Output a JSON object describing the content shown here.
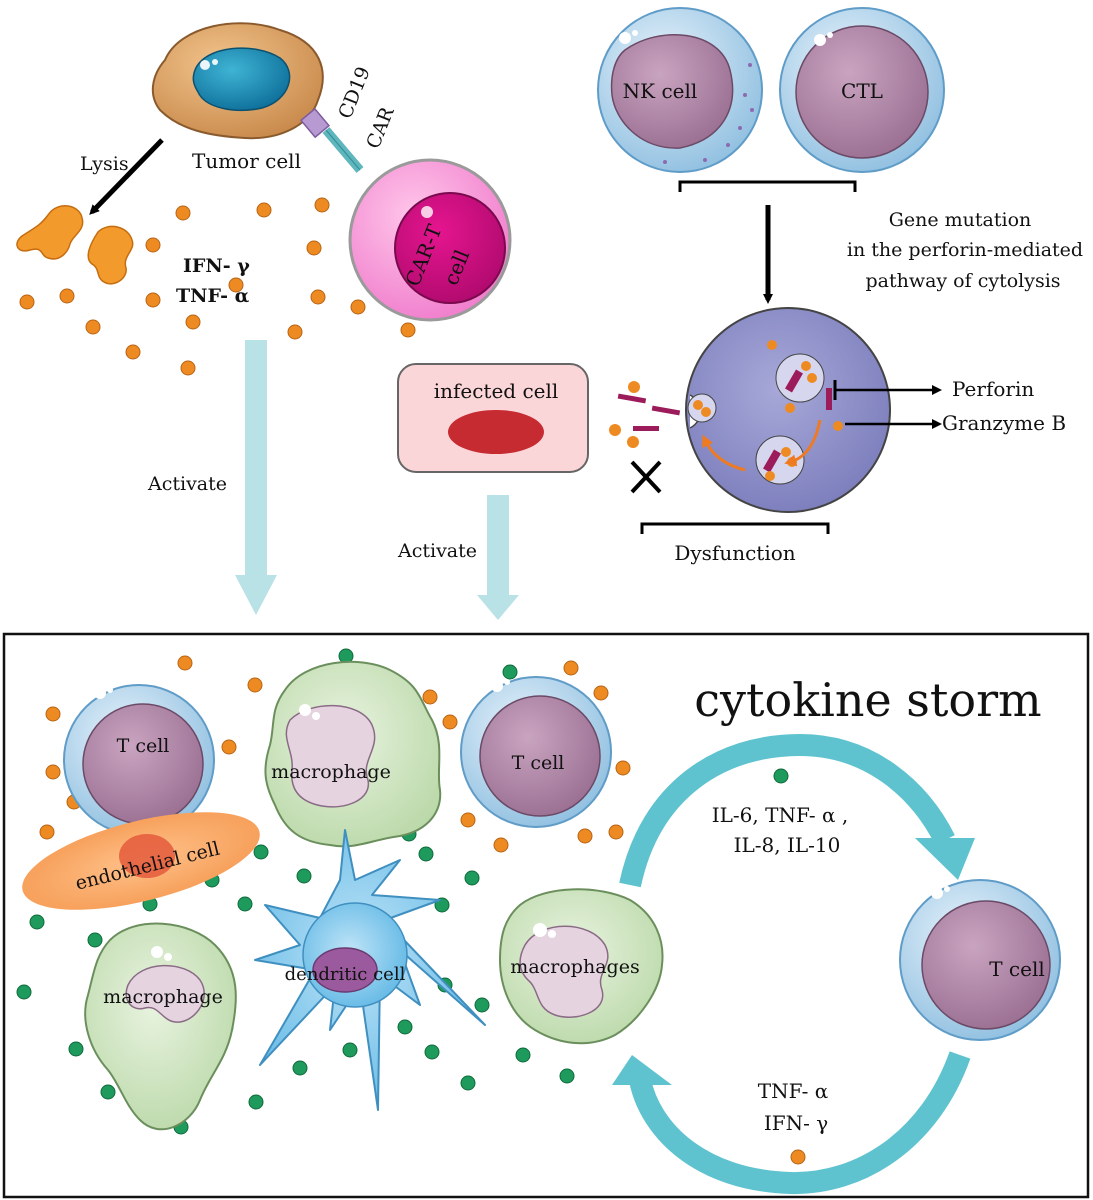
{
  "top_left": {
    "tumor_cell": "Tumor cell",
    "cd19": "CD19",
    "car": "CAR",
    "car_t_cell_line1": "CAR-T",
    "car_t_cell_line2": "cell",
    "lysis": "Lysis",
    "ifn_gamma": "IFN- γ",
    "tnf_alpha": "TNF- α",
    "activate": "Activate"
  },
  "top_right": {
    "nk_cell": "NK cell",
    "ctl": "CTL",
    "gene_mutation_line1": "Gene mutation",
    "gene_mutation_line2": "in the perforin-mediated",
    "gene_mutation_line3": "pathway of cytolysis",
    "infected_cell": "infected cell",
    "perforin": "Perforin",
    "granzyme_b": "Granzyme B",
    "dysfunction": "Dysfunction",
    "activate": "Activate"
  },
  "storm": {
    "title": "cytokine storm",
    "t_cell_1": "T cell",
    "t_cell_2": "T cell",
    "t_cell_3": "T cell",
    "macrophage_1": "macrophage",
    "macrophage_2": "macrophage",
    "macrophages": "macrophages",
    "endothelial_cell": "endothelial cell",
    "dendritic_cell": "dendritic cell",
    "cytokines_top_line1": "IL-6, TNF- α ,",
    "cytokines_top_line2": "IL-8, IL-10",
    "cytokines_bottom_line1": "TNF- α",
    "cytokines_bottom_line2": "IFN- γ"
  },
  "colors": {
    "orange_dot": "#ee8a22",
    "green_dot": "#1e9a5c",
    "arrow_teal": "#5fc3cf",
    "activate_arrow": "#b8e2e6"
  }
}
